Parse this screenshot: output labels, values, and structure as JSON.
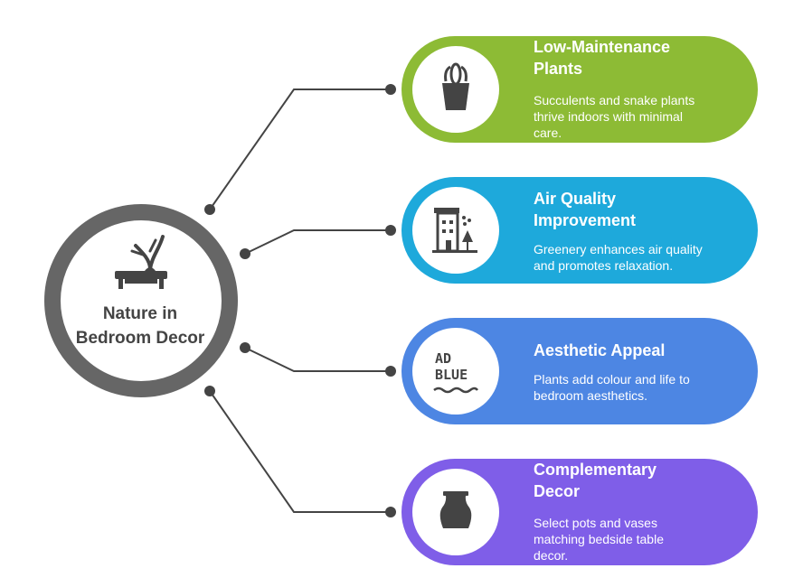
{
  "center": {
    "title_line1": "Nature in",
    "title_line2": "Bedroom Decor",
    "icon": "bonsai-table-icon"
  },
  "cards": [
    {
      "title_line1": "Low-Maintenance",
      "title_line2": "Plants",
      "desc_lines": [
        "Succulents and snake plants",
        "thrive indoors with minimal",
        "care."
      ],
      "color": "#8dbb35",
      "icon": "potted-succulent-icon"
    },
    {
      "title_line1": "Air Quality",
      "title_line2": "Improvement",
      "desc_lines": [
        "Greenery enhances air quality",
        "and promotes relaxation."
      ],
      "color": "#1ea9db",
      "icon": "building-tree-icon"
    },
    {
      "title_line1": "Aesthetic Appeal",
      "title_line2": "",
      "desc_lines": [
        "Plants add colour and life to",
        "bedroom aesthetics."
      ],
      "color": "#4d86e3",
      "icon": "ad-blue-text-icon",
      "icon_text_line1": "AD",
      "icon_text_line2": "BLUE"
    },
    {
      "title_line1": "Complementary",
      "title_line2": "Decor",
      "desc_lines": [
        "Select pots and vases",
        "matching bedside table",
        "decor."
      ],
      "color": "#7f5ee8",
      "icon": "vase-icon"
    }
  ]
}
